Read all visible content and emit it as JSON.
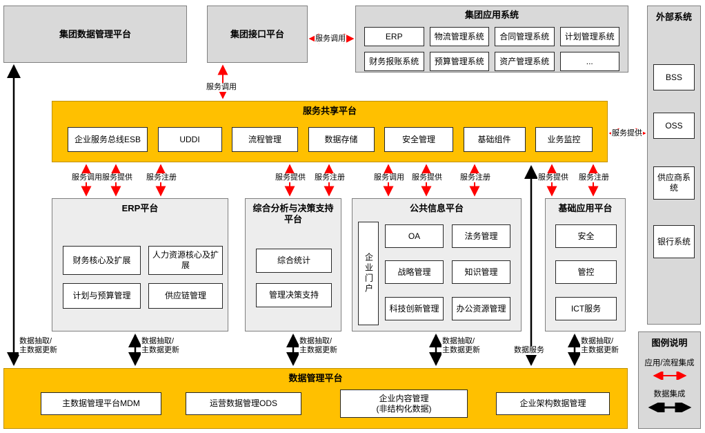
{
  "colors": {
    "gray": "#d9d9d9",
    "light_gray": "#ededed",
    "orange": "#ffc000",
    "red": "#ff0000",
    "black": "#000000"
  },
  "top_row": {
    "group_data_platform": {
      "title": "集团数据管理平台"
    },
    "group_interface_platform": {
      "title": "集团接口平台"
    },
    "group_app_systems": {
      "title": "集团应用系统",
      "items": [
        "ERP",
        "物流管理系统",
        "合同管理系统",
        "计划管理系统",
        "财务报账系统",
        "预算管理系统",
        "资产管理系统",
        "..."
      ]
    }
  },
  "external_systems": {
    "title": "外部系统",
    "items": [
      "BSS",
      "OSS",
      "供应商系统",
      "银行系统"
    ]
  },
  "service_sharing_platform": {
    "title": "服务共享平台",
    "items": [
      "企业服务总线ESB",
      "UDDI",
      "流程管理",
      "数据存储",
      "安全管理",
      "基础组件",
      "业务监控"
    ]
  },
  "erp_platform": {
    "title": "ERP平台",
    "items": [
      "财务核心及扩展",
      "人力资源核心及扩展",
      "计划与预算管理",
      "供应链管理"
    ]
  },
  "analysis_platform": {
    "title": "综合分析与决策支持平台",
    "items": [
      "综合统计",
      "管理决策支持"
    ]
  },
  "public_info_platform": {
    "title": "公共信息平台",
    "portal": "企业门户",
    "items": [
      "OA",
      "法务管理",
      "战略管理",
      "知识管理",
      "科技创新管理",
      "办公资源管理"
    ]
  },
  "basic_app_platform": {
    "title": "基础应用平台",
    "items": [
      "安全",
      "管控",
      "ICT服务"
    ]
  },
  "data_management_platform": {
    "title": "数据管理平台",
    "items": [
      "主数据管理平台MDM",
      "运营数据管理ODS",
      "企业内容管理\n(非结构化数据)",
      "企业架构数据管理"
    ]
  },
  "legend": {
    "title": "图例说明",
    "app_process_integration": "应用/流程集成",
    "data_integration": "数据集成"
  },
  "arrow_labels": {
    "service_call": "服务调用",
    "service_provide": "服务提供",
    "service_register": "服务注册",
    "data_extract": "数据抽取/\n主数据更新",
    "data_service": "数据服务"
  }
}
